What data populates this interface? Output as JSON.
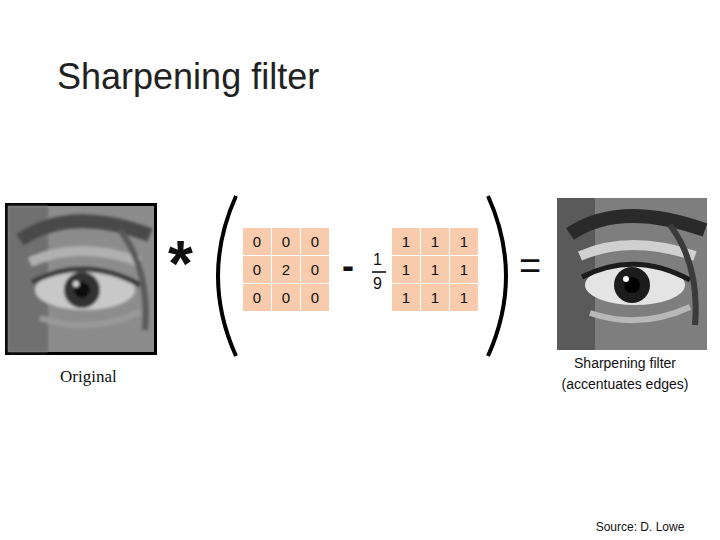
{
  "diagram": {
    "title": "Sharpening filter",
    "labels": [
      "Original",
      "*",
      "0",
      "0",
      "0",
      "0",
      "2",
      "0",
      "0",
      "0",
      "0",
      "-",
      "1",
      "9",
      "1",
      "1",
      "1",
      "1",
      "1",
      "1",
      "1",
      "1",
      "1",
      "=",
      "Sharpening filter (accentuates edges)",
      "Source: D. Lowe"
    ]
  }
}
